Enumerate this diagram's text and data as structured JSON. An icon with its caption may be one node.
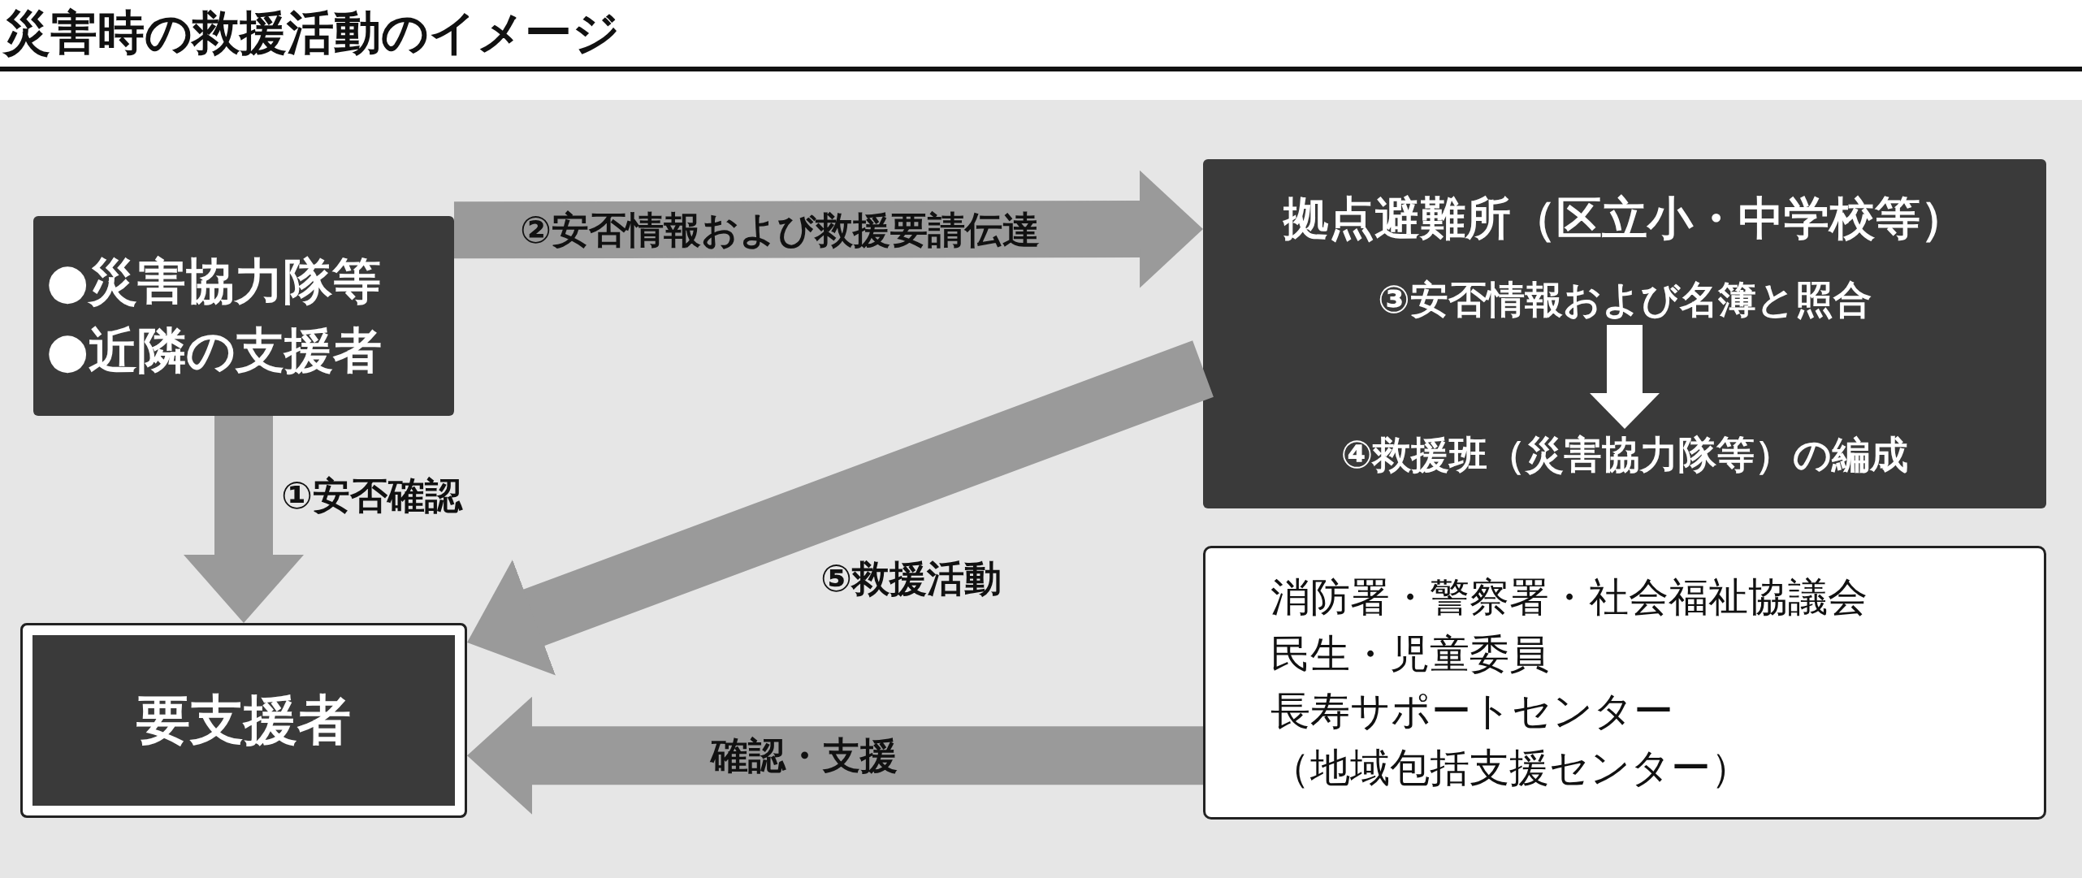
{
  "diagram": {
    "title": "災害時の救援活動のイメージ",
    "nodes": [
      {
        "text": [
          "●災害協力隊等",
          "●近隣の支援者"
        ]
      },
      {
        "text": [
          "要支援者"
        ]
      },
      {
        "text": [
          "拠点避難所（区立小・中学校等）"
        ]
      },
      {
        "text": [
          "③安否情報および名簿と照合"
        ],
        "in": 2
      },
      {
        "text": [
          "④救援班（災害協力隊等）の編成"
        ],
        "in": 2
      },
      {
        "text": [
          "消防署・警察署・社会福祉協議会",
          "民生・児童委員",
          "長寿サポートセンター",
          "（地域包括支援センター）"
        ]
      }
    ],
    "edges": [
      {
        "from": 0,
        "to": 1,
        "arrow": "to",
        "label": "①安否確認"
      },
      {
        "from": 0,
        "to": 2,
        "arrow": "to",
        "label": "②安否情報および救援要請伝達"
      },
      {
        "from": 2,
        "to": 1,
        "arrow": "to",
        "label": "⑤救援活動"
      },
      {
        "from": 5,
        "to": 1,
        "arrow": "to",
        "label": "確認・支援"
      },
      {
        "from": 3,
        "to": 4,
        "arrow": "to",
        "color": "#ffffff"
      }
    ]
  }
}
